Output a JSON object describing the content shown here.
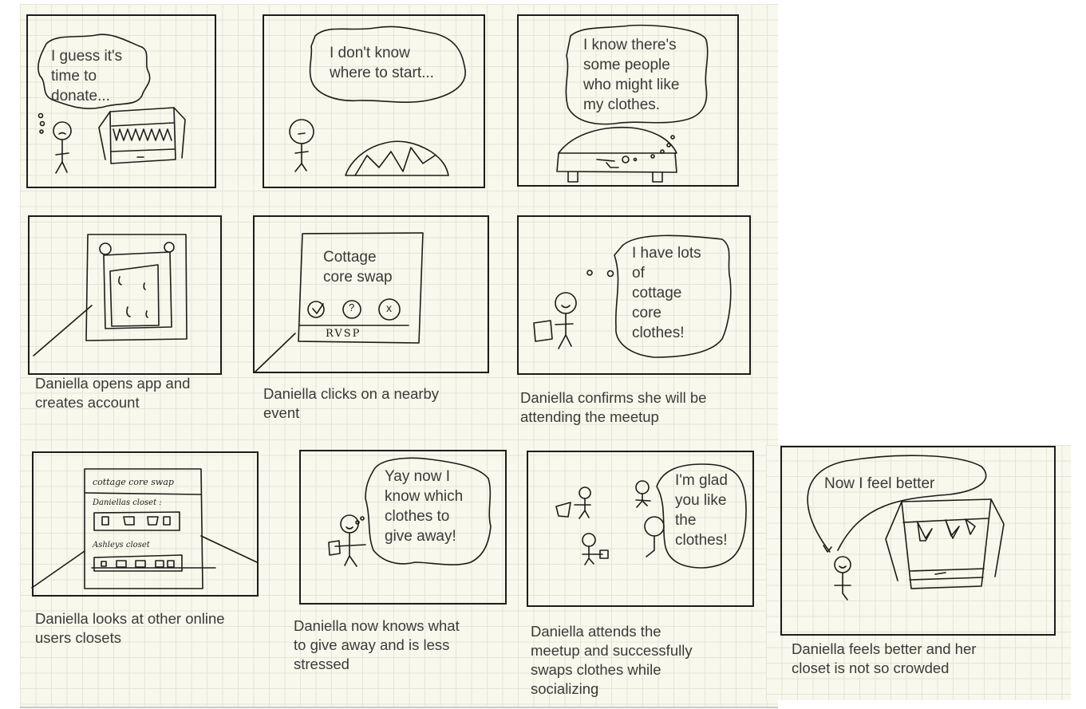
{
  "storyboard": {
    "background_color": "#f8f8ec",
    "grid_color": "#e4e4d8",
    "ink_color": "#1c1c1c",
    "text_color": "#3a3a3a",
    "panels": [
      {
        "id": 1,
        "bubble": "I guess it's\ntime to\ndonate...",
        "caption": ""
      },
      {
        "id": 2,
        "bubble": "I don't know\nwhere to start...",
        "caption": ""
      },
      {
        "id": 3,
        "bubble": "I know there's\nsome people\nwho might like\nmy clothes.",
        "caption": ""
      },
      {
        "id": 4,
        "bubble": "",
        "caption": "Daniella opens app and\ncreates account"
      },
      {
        "id": 5,
        "screen_title": "Cottage\ncore swap",
        "rsvp_label": "RVSP",
        "rsvp_options": [
          "check",
          "?",
          "x"
        ],
        "caption": "Daniella clicks on a nearby\nevent"
      },
      {
        "id": 6,
        "bubble": "I have lots\nof\ncottage\ncore\nclothes!",
        "caption": "Daniella confirms she will be\nattending the meetup"
      },
      {
        "id": 7,
        "screen_title": "cottage core swap",
        "closet_1": "Daniellas closet :",
        "closet_2": "Ashleys closet",
        "caption": "Daniella looks at other online\nusers closets"
      },
      {
        "id": 8,
        "bubble": "Yay now I\nknow which\nclothes to\ngive away!",
        "caption": "Daniella now knows what\nto give away and is less\nstressed"
      },
      {
        "id": 9,
        "bubble": "I'm glad\nyou like\nthe\nclothes!",
        "caption": "Daniella attends the\nmeetup and successfully\nswaps clothes while\nsocializing"
      },
      {
        "id": 10,
        "bubble": "Now I feel better",
        "caption": "Daniella feels better and her\ncloset is not so crowded"
      }
    ]
  }
}
